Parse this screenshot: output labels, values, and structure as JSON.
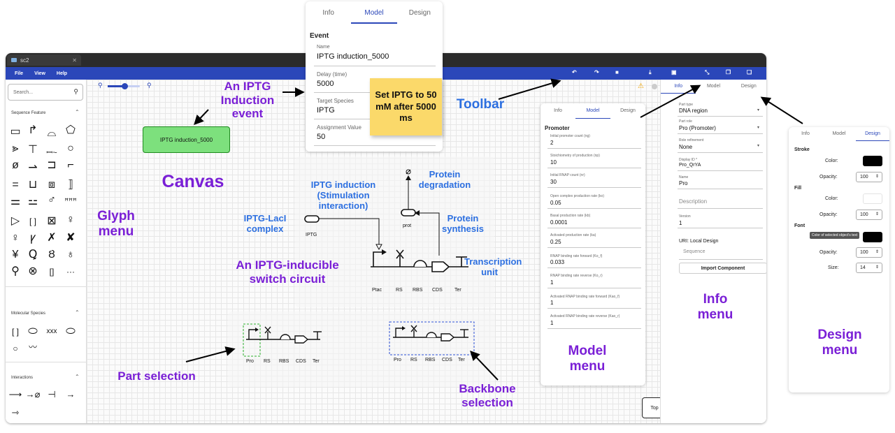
{
  "window": {
    "tab_title": "sc2",
    "close_glyph": "✕",
    "menu": [
      "File",
      "View",
      "Help"
    ],
    "toolbar_icons": [
      "undo-icon",
      "redo-icon",
      "delete-icon",
      "download-icon",
      "image-icon",
      "layout-icon",
      "copy-icon",
      "paste-icon"
    ]
  },
  "sidebar": {
    "search_placeholder": "Search...",
    "sections": {
      "sequence": "Sequence Feature",
      "molecular": "Molecular Species",
      "interactions": "Interactions"
    },
    "more_glyph": "···"
  },
  "canvas": {
    "node_label": "IPTG induction_5000",
    "iptg_label": "IPTG",
    "prot_label": "prot",
    "parts": [
      "Ptac",
      "RS",
      "RBS",
      "CDS",
      "Ter"
    ],
    "parts_b": [
      "Pro",
      "RS",
      "RBS",
      "CDS",
      "Ter"
    ],
    "top_button": "Top",
    "warning_glyph": "⚠"
  },
  "event_panel": {
    "tabs": [
      "Info",
      "Model",
      "Design"
    ],
    "active_tab": "Model",
    "heading": "Event",
    "fields": [
      {
        "label": "Name",
        "value": "IPTG induction_5000"
      },
      {
        "label": "Delay (time)",
        "value": "5000"
      },
      {
        "label": "Target Species",
        "value": "IPTG"
      },
      {
        "label": "Assignment Value",
        "value": "50"
      }
    ],
    "note": "Set IPTG to 50 mM after 5000 ms"
  },
  "model_panel": {
    "tabs": [
      "Info",
      "Model",
      "Design"
    ],
    "heading": "Promoter",
    "fields": [
      {
        "label": "Initial promoter count (ng)",
        "value": "2"
      },
      {
        "label": "Stoichiometry of production (np)",
        "value": "10"
      },
      {
        "label": "Initial RNAP count (nr)",
        "value": "30"
      },
      {
        "label": "Open complex production rate (ko)",
        "value": "0.05"
      },
      {
        "label": "Basal production rate (kb)",
        "value": "0.0001"
      },
      {
        "label": "Activated production rate (ka)",
        "value": "0.25"
      },
      {
        "label": "RNAP binding rate forward (Ko_f)",
        "value": "0.033"
      },
      {
        "label": "RNAP binding rate reverse (Ko_r)",
        "value": "1"
      },
      {
        "label": "Activated RNAP binding rate forward (Kao_f)",
        "value": "1"
      },
      {
        "label": "Activated RNAP binding rate reverse (Kao_r)",
        "value": "1"
      }
    ]
  },
  "info_panel": {
    "tabs": [
      "Info",
      "Model",
      "Design"
    ],
    "fields": [
      {
        "label": "Part type",
        "value": "DNA region"
      },
      {
        "label": "Part role",
        "value": "Pro (Promoter)"
      },
      {
        "label": "Role refinement",
        "value": "None"
      },
      {
        "label": "Display ID *",
        "value": "Pro_QrYA"
      },
      {
        "label": "Name",
        "value": "Pro"
      },
      {
        "label": "",
        "value": "Description"
      },
      {
        "label": "Version",
        "value": "1"
      }
    ],
    "uri": "URI: Local Design",
    "sequence_placeholder": "Sequence",
    "import_button": "Import Component"
  },
  "design_panel": {
    "tabs": [
      "Info",
      "Model",
      "Design"
    ],
    "stroke": "Stroke",
    "fill": "Fill",
    "font": "Font",
    "color_label": "Color:",
    "opacity_label": "Opacity:",
    "size_label": "Size:",
    "stroke_opacity": "100",
    "fill_opacity": "100",
    "font_opacity": "100",
    "font_size": "14",
    "tooltip": "Color of selected object's text",
    "colors": {
      "stroke": "#000000",
      "fill": "#ffffff",
      "font": "#000000"
    }
  },
  "annotations": {
    "iptg_event": "An IPTG Induction event",
    "toolbar": "Toolbar",
    "canvas": "Canvas",
    "glyph_menu": "Glyph menu",
    "iptg_induction": "IPTG induction (Stimulation interaction)",
    "protein_degradation": "Protein degradation",
    "iptg_lacl": "IPTG-LacI complex",
    "protein_synthesis": "Protein synthesis",
    "switch_circuit": "An IPTG-inducible switch circuit",
    "transcription_unit": "Transcription unit",
    "part_selection": "Part selection",
    "backbone_selection": "Backbone selection",
    "model_menu": "Model menu",
    "info_menu": "Info menu",
    "design_menu": "Design menu"
  }
}
